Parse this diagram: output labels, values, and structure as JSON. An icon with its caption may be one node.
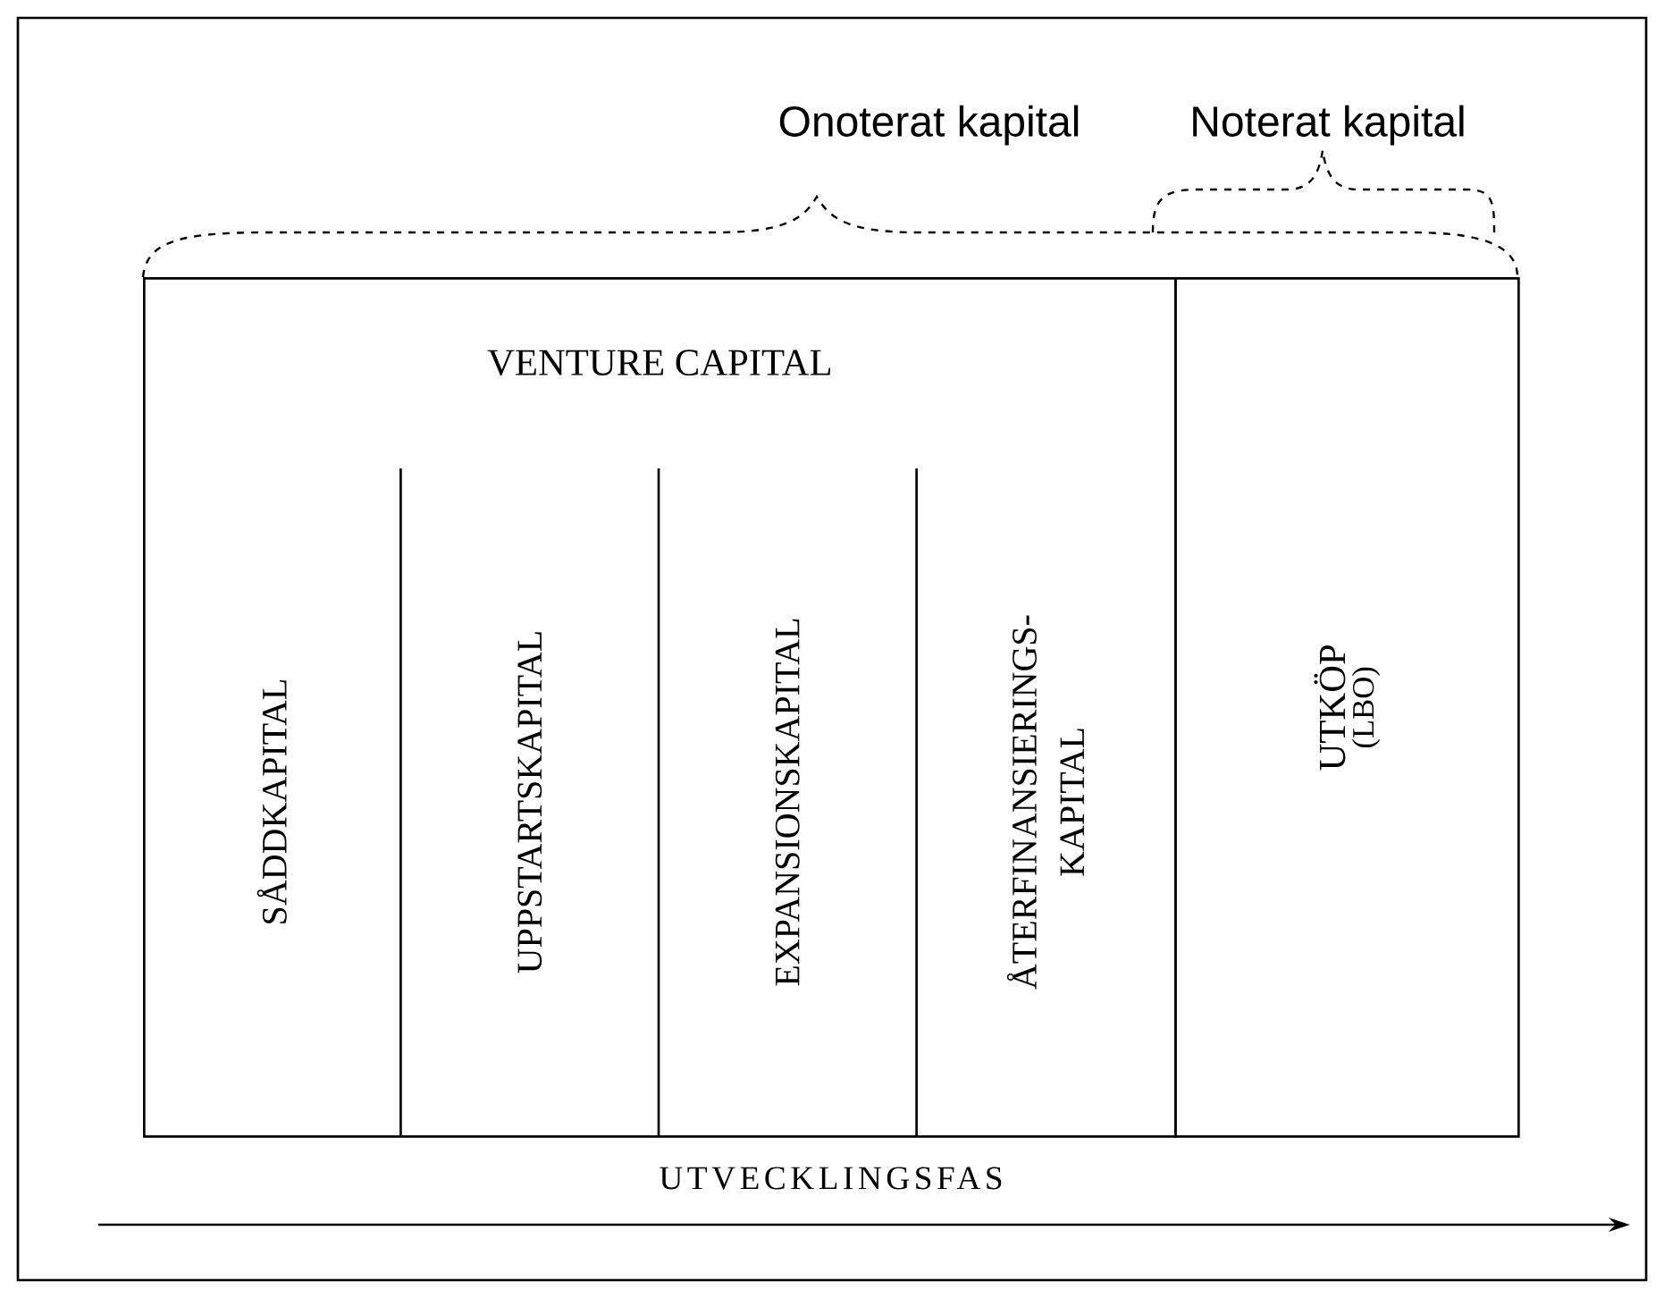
{
  "diagram": {
    "nodes": [
      {
        "text": [
          "VENTURE CAPITAL"
        ]
      },
      {
        "text": [
          "SÅDDKAPITAL"
        ],
        "in": 0
      },
      {
        "text": [
          "UPPSTARTSKAPITAL"
        ],
        "in": 0
      },
      {
        "text": [
          "EXPANSIONSKAPITAL"
        ],
        "in": 0
      },
      {
        "text": [
          "ÅTERFINANSIERINGS- KAPITAL"
        ],
        "in": 0
      },
      {
        "text": [
          "UTKÖP",
          "(LBO)"
        ]
      }
    ],
    "labels": [
      "Onoterat kapital",
      "Noterat kapital",
      "UTVECKLINGSFAS"
    ]
  }
}
